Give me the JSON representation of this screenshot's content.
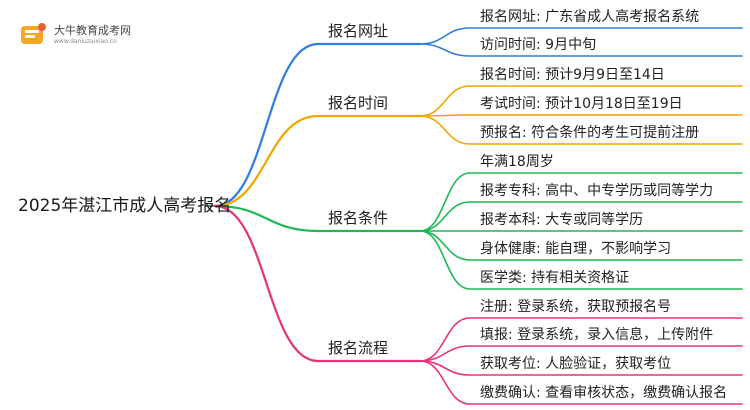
{
  "watermark": {
    "title": "大牛教育成考网",
    "url": "www.daniuzaixiao.cn",
    "icon": "graduation-cap-icon"
  },
  "colors": {
    "branch1": "#2f7de1",
    "branch2": "#f2a400",
    "branch3": "#1db954",
    "branch4": "#e8337a"
  },
  "root": {
    "label": "2025年湛江市成人高考报名"
  },
  "branches": [
    {
      "label": "报名网址",
      "leaves": [
        "报名网址: 广东省成人高考报名系统",
        "访问时间: 9月中旬"
      ]
    },
    {
      "label": "报名时间",
      "leaves": [
        "报名时间: 预计9月9日至14日",
        "考试时间: 预计10月18日至19日",
        "预报名: 符合条件的考生可提前注册"
      ]
    },
    {
      "label": "报名条件",
      "leaves": [
        "年满18周岁",
        "报考专科: 高中、中专学历或同等学力",
        "报考本科: 大专或同等学历",
        "身体健康: 能自理，不影响学习",
        "医学类: 持有相关资格证"
      ]
    },
    {
      "label": "报名流程",
      "leaves": [
        "注册: 登录系统，获取预报名号",
        "填报: 登录系统，录入信息，上传附件",
        "获取考位: 人脸验证，获取考位",
        "缴费确认: 查看审核状态，缴费确认报名"
      ]
    }
  ]
}
